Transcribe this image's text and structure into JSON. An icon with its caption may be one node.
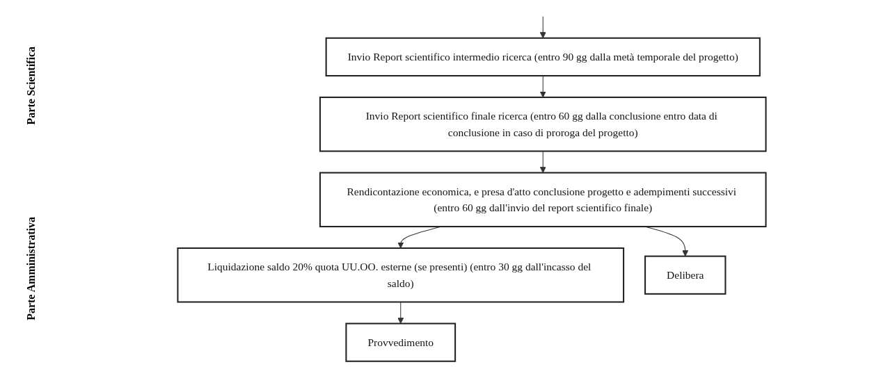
{
  "diagram": {
    "nodes": [
      {
        "text": [
          "Invio Report scientifico intermedio ricerca (entro 90 gg dalla metà temporale del progetto)"
        ]
      },
      {
        "text": [
          "Invio Report scientifico finale ricerca (entro 60 gg dalla conclusione entro data di conclusione in caso di proroga del progetto)"
        ]
      },
      {
        "text": [
          "Rendicontazione economica, e presa d'atto conclusione progetto e adempimenti successivi (entro 60 gg dall'invio del report scientifico finale)"
        ]
      },
      {
        "text": [
          "Liquidazione saldo 20% quota UU.OO. esterne (se presenti) (entro 30 gg dall'incasso del saldo)"
        ]
      },
      {
        "text": [
          "Delibera"
        ]
      },
      {
        "text": [
          "Provvedimento"
        ]
      }
    ],
    "edges": [
      {
        "from": null,
        "to": 0,
        "arrow": "to"
      },
      {
        "from": 0,
        "to": 1,
        "arrow": "to"
      },
      {
        "from": 1,
        "to": 2,
        "arrow": "to"
      },
      {
        "from": 2,
        "to": 3,
        "arrow": "to"
      },
      {
        "from": 2,
        "to": 4,
        "arrow": "to"
      },
      {
        "from": 3,
        "to": 5,
        "arrow": "to"
      }
    ],
    "labels": [
      "Parte Scientifica",
      "Parte Amministrativa"
    ]
  }
}
